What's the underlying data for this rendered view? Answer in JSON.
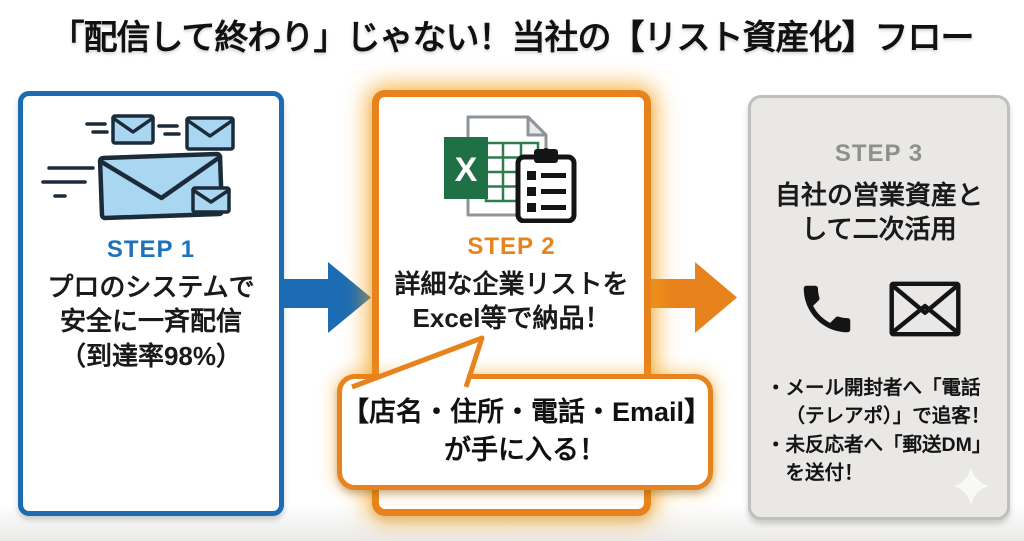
{
  "title": "「配信して終わり」じゃない！当社の【リスト資産化】フロー",
  "colors": {
    "step1_accent": "#1b6cb3",
    "step2_accent": "#e8821c",
    "step3_label": "#8f8f8d",
    "step3_bg": "#e9e8e6",
    "text": "#1a1a1a",
    "envelope_fill": "#a9d7f2",
    "excel_green": "#1f7145"
  },
  "steps": [
    {
      "label": "STEP 1",
      "icon": "flying-emails-icon",
      "lines": [
        "プロのシステムで",
        "安全に一斉配信",
        "（到達率98%）"
      ]
    },
    {
      "label": "STEP 2",
      "icon": "excel-checklist-icon",
      "lines": [
        "詳細な企業リストを",
        "Excel等で納品！"
      ]
    },
    {
      "label": "STEP 3",
      "icon": "phone-mail-icons",
      "lines": [
        "自社の営業資産と",
        "して二次活用"
      ],
      "bullets": [
        "・メール開封者へ「電話（テレアポ）」で追客！",
        "・未反応者へ「郵送DM」を送付！"
      ]
    }
  ],
  "bubble": {
    "lines": [
      "【店名・住所・電話・Email】",
      "が手に入る！"
    ]
  }
}
